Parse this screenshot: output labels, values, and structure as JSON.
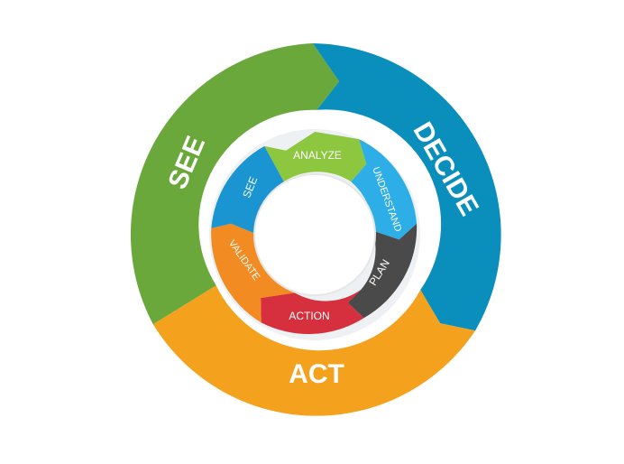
{
  "outer_ring": [
    {
      "label": "SEE",
      "color": "#6aa83c"
    },
    {
      "label": "DECIDE",
      "color": "#0a8fbd"
    },
    {
      "label": "ACT",
      "color": "#f4a11d"
    }
  ],
  "inner_ring": [
    {
      "label": "ANALYZE",
      "color": "#8dc63f"
    },
    {
      "label": "UNDERSTAND",
      "color": "#2eaee6"
    },
    {
      "label": "PLAN",
      "color": "#4a4a4a"
    },
    {
      "label": "ACTION",
      "color": "#d6303f"
    },
    {
      "label": "VALIDATE",
      "color": "#f28b21"
    },
    {
      "label": "SEE",
      "color": "#1a95d2"
    }
  ]
}
